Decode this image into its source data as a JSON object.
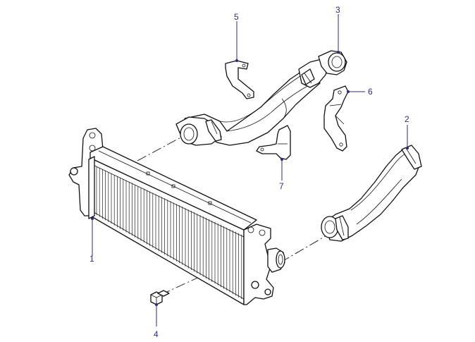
{
  "callouts": {
    "c1": "1",
    "c2": "2",
    "c3": "3",
    "c4": "4",
    "c5": "5",
    "c6": "6",
    "c7": "7"
  },
  "colors": {
    "line": "#111111",
    "callout": "#2a2a8a",
    "background": "#ffffff"
  }
}
